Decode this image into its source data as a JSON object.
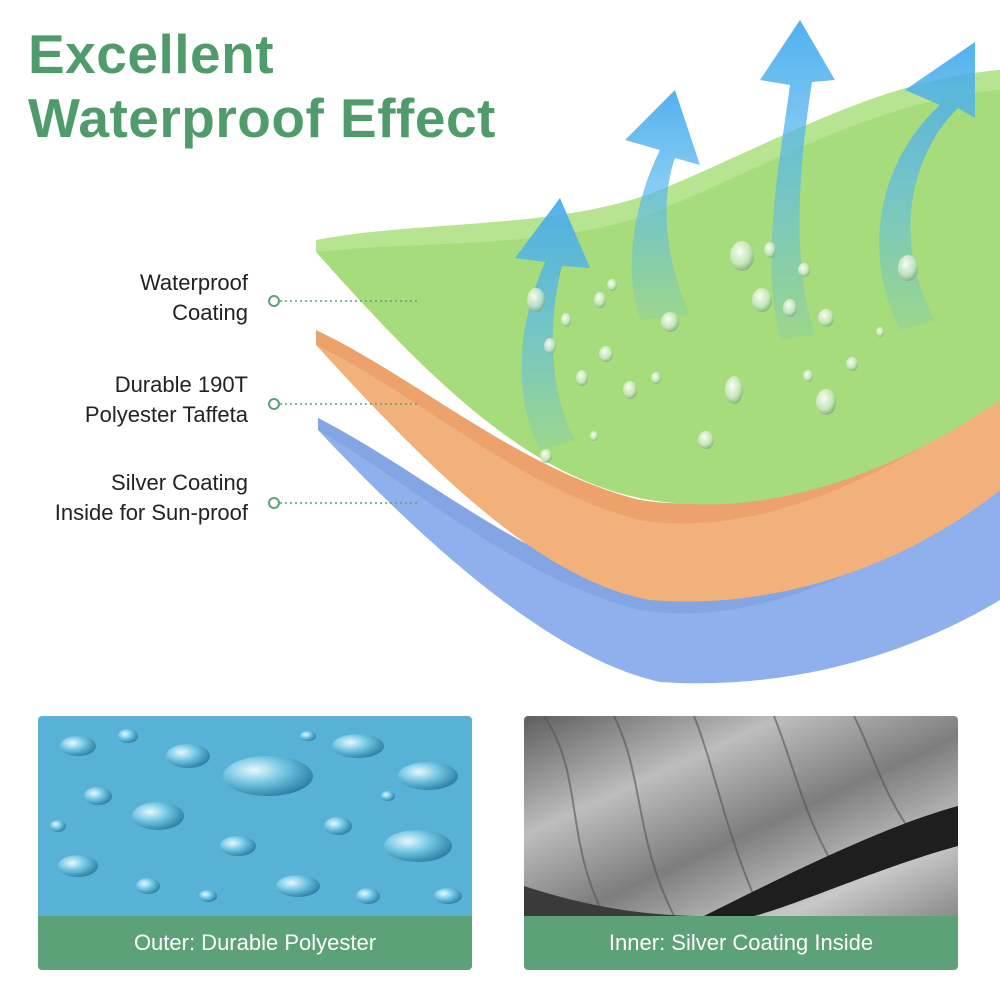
{
  "title": {
    "line1": "Excellent",
    "line2": "Waterproof Effect"
  },
  "layers": [
    {
      "line1": "Waterproof",
      "line2": "Coating"
    },
    {
      "line1": "Durable 190T",
      "line2": "Polyester Taffeta"
    },
    {
      "line1": "Silver Coating",
      "line2": "Inside for Sun-proof"
    }
  ],
  "cards": {
    "outer_caption": "Outer: Durable Polyester",
    "inner_caption": "Inner: Silver Coating Inside"
  },
  "colors": {
    "accent": "#5ca178",
    "green_layer": "#a6dc7c",
    "orange_layer": "#f2b07a",
    "blue_layer": "#8fb0ec",
    "arrow": "#5ab8ee"
  }
}
